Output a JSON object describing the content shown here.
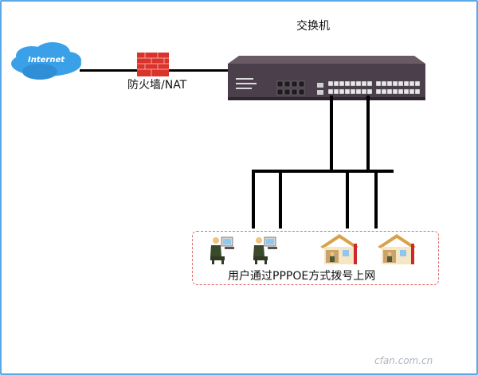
{
  "title": "交换机",
  "internet_label": "Internet",
  "firewall_label": "防火墙/NAT",
  "users_caption": "用户通过PPPOE方式拨号上网",
  "watermark": "cfan.com.cn",
  "colors": {
    "frame": "#5aa9e6",
    "cloud": "#3aa0e8",
    "firewall": "#d9332b",
    "dashed_box": "#e07070",
    "wire": "#000000"
  },
  "icons": [
    "internet-cloud-icon",
    "firewall-icon",
    "switch-icon",
    "user-computer-icon",
    "house-icon"
  ]
}
